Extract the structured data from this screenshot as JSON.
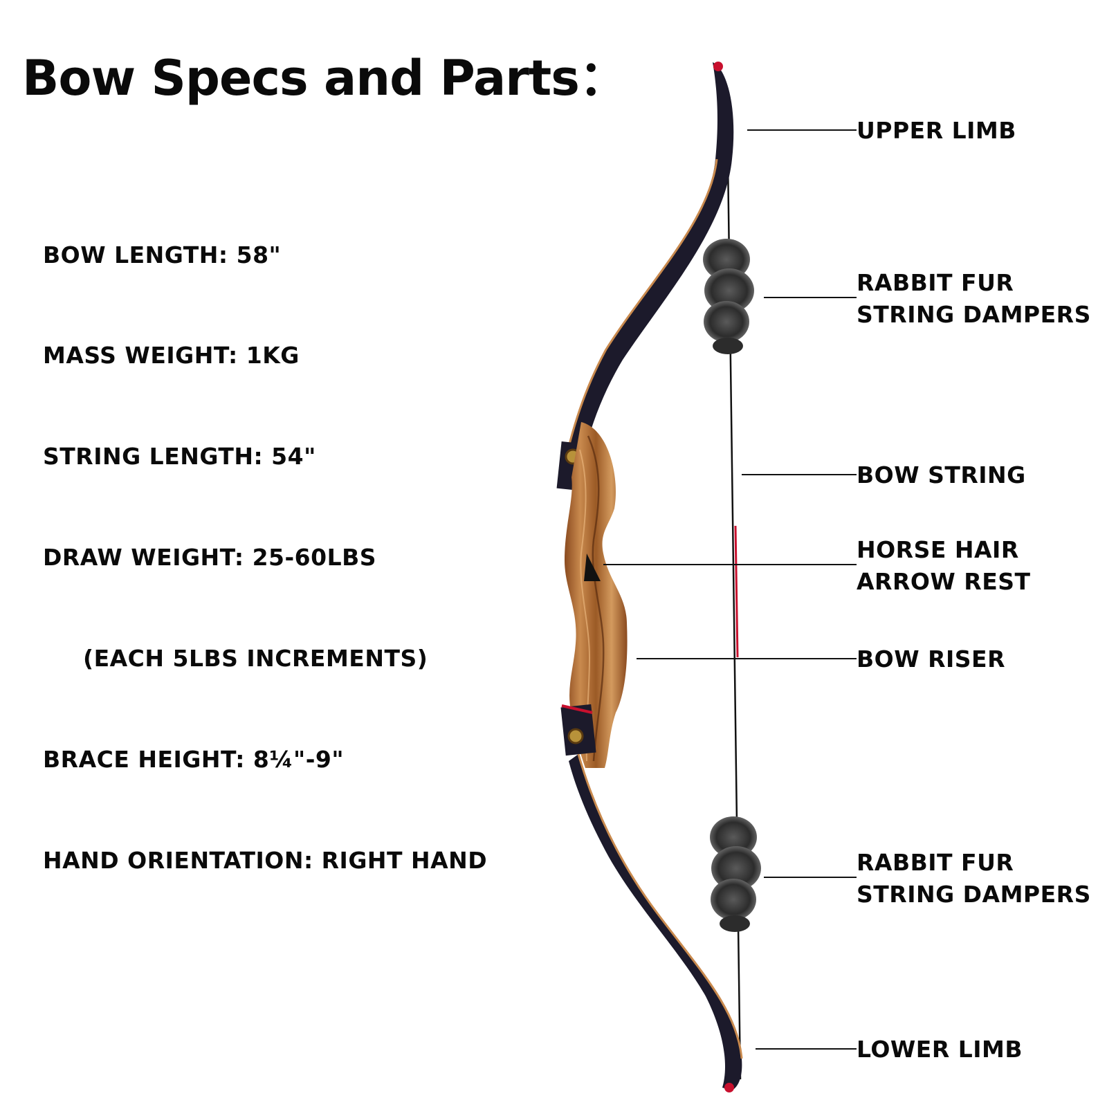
{
  "title": "Bow Specs and Parts：",
  "specs": [
    "BOW LENGTH: 58\"",
    "MASS WEIGHT: 1KG",
    "STRING LENGTH: 54\"",
    "DRAW WEIGHT: 25-60LBS",
    "(EACH 5LBS INCREMENTS)",
    "BRACE HEIGHT: 8¼\"-9\"",
    "HAND ORIENTATION: RIGHT HAND"
  ],
  "parts": {
    "upper_limb": [
      "UPPER LIMB"
    ],
    "fur_dampers_upper": [
      "RABBIT FUR",
      "STRING DAMPERS"
    ],
    "bow_string": [
      "BOW STRING"
    ],
    "arrow_rest": [
      "HORSE HAIR",
      "ARROW REST"
    ],
    "bow_riser": [
      "BOW RISER"
    ],
    "fur_dampers_lower": [
      "RABBIT FUR",
      "STRING DAMPERS"
    ],
    "lower_limb": [
      "LOWER LIMB"
    ]
  },
  "colors": {
    "text": "#0a0a0a",
    "limb": "#1c1a2b",
    "wood_light": "#c98a4e",
    "wood_dark": "#8a4a1f",
    "string": "#111111",
    "string_accent": "#c8102e",
    "fur": "#3a3a3a"
  }
}
